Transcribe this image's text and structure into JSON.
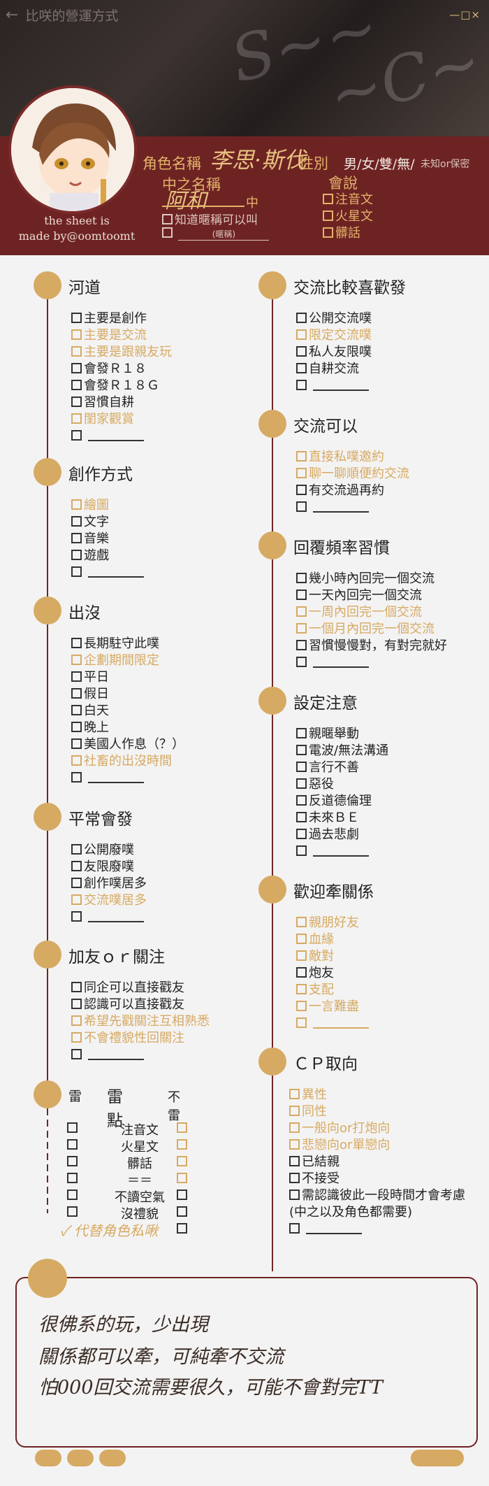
{
  "window": {
    "title": "比咲的營運方式",
    "controls": "—□×"
  },
  "credit": {
    "line1": "the sheet is",
    "line2": "made by@oomtoomt"
  },
  "profile": {
    "role_label": "角色名稱",
    "role_value": "李思·斯伐",
    "gender_label": "性別",
    "gender_options": "男/女/雙/無/",
    "gender_unknown": "未知or保密",
    "chinese_name_label": "中之名稱",
    "chinese_name_value": "阿和",
    "mid": "中",
    "know_label": "知道暱稱可以叫",
    "nickname_hint": "(暱稱)",
    "speak_label": "會說",
    "speak_options": [
      "注音文",
      "火星文",
      "髒話"
    ]
  },
  "sections": {
    "river": {
      "title": "河道",
      "items": [
        "主要是創作",
        "主要是交流",
        "主要是跟親友玩",
        "會發Ｒ１８",
        "會發Ｒ１８Ｇ",
        "習慣自耕",
        "閨家觀賞",
        ""
      ]
    },
    "create": {
      "title": "創作方式",
      "items": [
        "繪圖",
        "文字",
        "音樂",
        "遊戲",
        ""
      ]
    },
    "appear": {
      "title": "出沒",
      "items": [
        "長期駐守此噗",
        "企劃期間限定",
        "平日",
        "假日",
        "白天",
        "晚上",
        "美國人作息（？）",
        "社畜的出沒時間",
        ""
      ]
    },
    "post": {
      "title": "平常會發",
      "items": [
        "公開廢噗",
        "友限廢噗",
        "創作噗居多",
        "交流噗居多",
        ""
      ]
    },
    "follow": {
      "title": "加友ｏｒ關注",
      "items": [
        "同企可以直接戳友",
        "認識可以直接戳友",
        "希望先戳關注互相熟悉",
        "不會禮貌性回關注",
        ""
      ]
    },
    "interact_like": {
      "title": "交流比較喜歡發",
      "items": [
        "公開交流噗",
        "限定交流噗",
        "私人友限噗",
        "自耕交流",
        ""
      ]
    },
    "interact_ok": {
      "title": "交流可以",
      "items": [
        "直接私噗邀約",
        "聊一聊順便約交流",
        "有交流過再約",
        ""
      ]
    },
    "reply": {
      "title": "回覆頻率習慣",
      "items": [
        "幾小時內回完一個交流",
        "一天內回完一個交流",
        "一周內回完一個交流",
        "一個月內回完一個交流",
        "習慣慢慢對，有對完就好",
        ""
      ]
    },
    "setting": {
      "title": "設定注意",
      "items": [
        "親暱舉動",
        "電波/無法溝通",
        "言行不善",
        "惡役",
        "反道德倫理",
        "未來ＢＥ",
        "過去悲劇",
        ""
      ]
    },
    "relation": {
      "title": "歡迎牽關係",
      "items": [
        "親朋好友",
        "血緣",
        "敵對",
        "炮友",
        "支配",
        "一言難盡",
        ""
      ]
    },
    "cp": {
      "title": "ＣＰ取向",
      "items": [
        "異性",
        "同性",
        "一般向or打炮向",
        "悲戀向or單戀向",
        "已結親",
        "不接受",
        "需認識彼此一段時間才會考慮",
        "(中之以及角色都需要)",
        ""
      ]
    }
  },
  "mines": {
    "title_left": "雷",
    "title_mid": "雷點",
    "title_right": "不雷",
    "rows": [
      "注音文",
      "火星文",
      "髒話",
      "＝＝",
      "不讀空氣",
      "沒禮貌"
    ],
    "extra": "代替角色私啾"
  },
  "note": {
    "lines": [
      "很佛系的玩，少出現",
      "關係都可以牽，可純牽不交流",
      "怕000回交流需要很久，可能不會對完TT"
    ]
  }
}
